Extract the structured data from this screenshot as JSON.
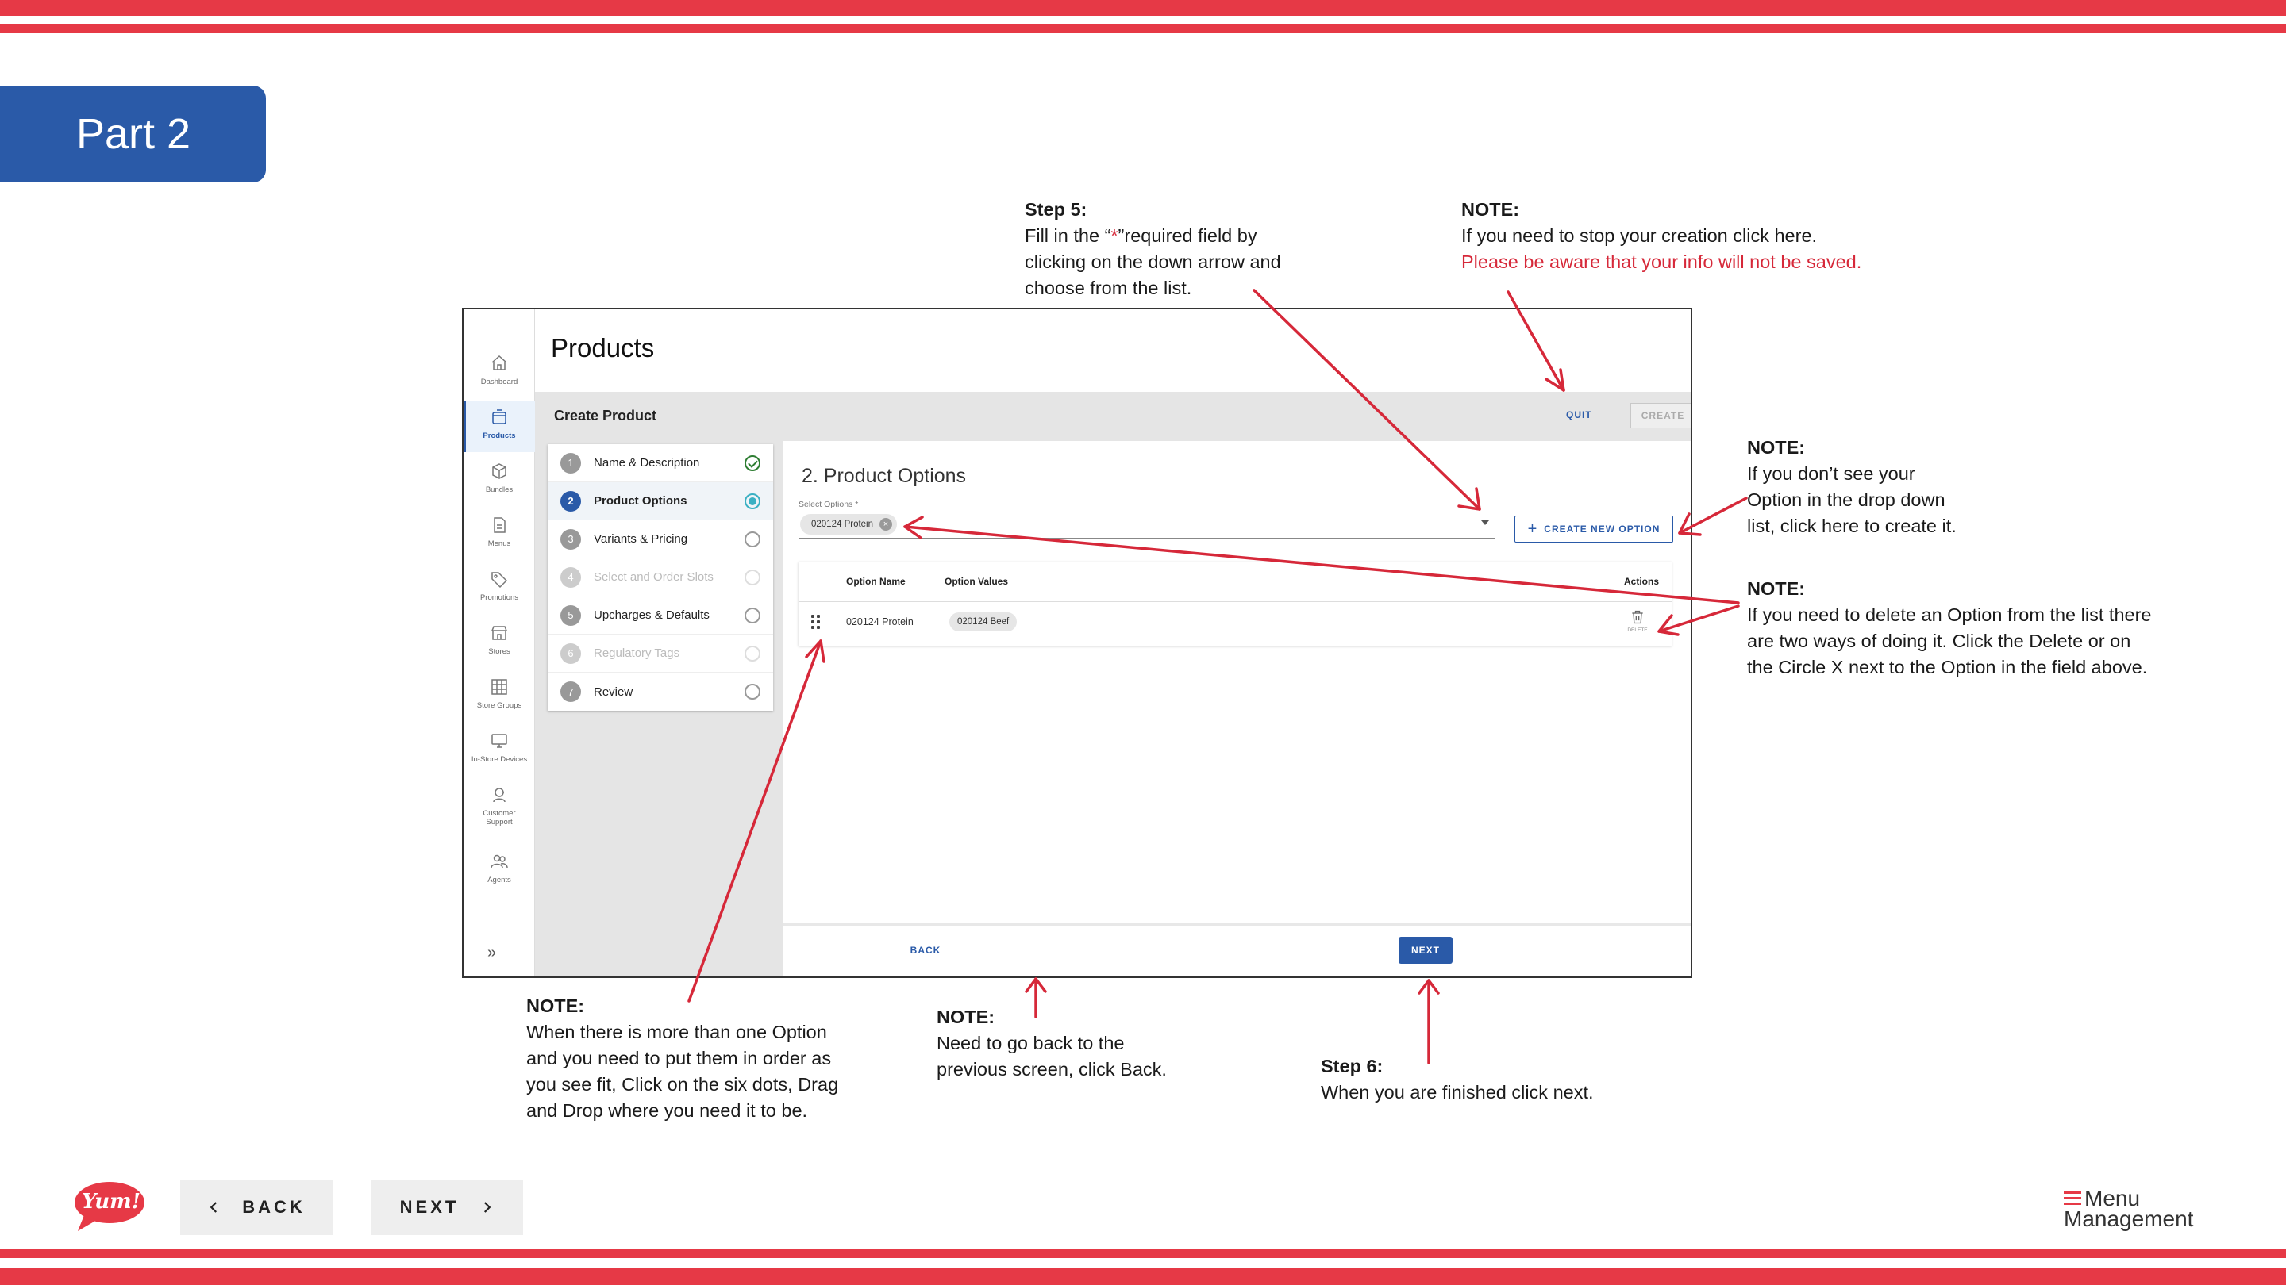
{
  "slide": {
    "part_label": "Part 2",
    "bottom_back_label": "BACK",
    "bottom_next_label": "NEXT",
    "yum_logo_text": "Yum!",
    "brand_line1": "Menu",
    "brand_line2": "Management"
  },
  "notes": {
    "step5": {
      "title": "Step 5:",
      "line1_pre": "Fill in the “",
      "line1_ast": "*",
      "line1_post": "”required field by",
      "line2": "clicking on the down arrow and",
      "line3": "choose from the list."
    },
    "quit": {
      "title": "NOTE:",
      "line1": "If you need to stop your creation click here.",
      "line2": "Please be aware that your info will not be saved."
    },
    "create_option": {
      "title": "NOTE:",
      "line1": "If you don’t see your",
      "line2": "Option in the drop down",
      "line3": "list, click here to create it."
    },
    "delete_option": {
      "title": "NOTE:",
      "line1": "If you need to delete an Option from the list there",
      "line2": "are two ways of doing it. Click the Delete or on",
      "line3": "the Circle X next to the Option in the field above."
    },
    "drag": {
      "title": "NOTE:",
      "line1": "When there is more than one Option",
      "line2": "and you need to put them in order as",
      "line3": "you see fit, Click on the six dots, Drag",
      "line4": "and Drop where you need it to be."
    },
    "back": {
      "title": "NOTE:",
      "line1": "Need to go back to the",
      "line2": "previous screen, click Back."
    },
    "step6": {
      "title": "Step 6:",
      "line1": "When you are finished click next."
    }
  },
  "app": {
    "page_title": "Products",
    "rail": [
      {
        "label": "Dashboard",
        "icon": "home-icon"
      },
      {
        "label": "Products",
        "icon": "box-icon"
      },
      {
        "label": "Bundles",
        "icon": "cube-icon"
      },
      {
        "label": "Menus",
        "icon": "document-icon"
      },
      {
        "label": "Promotions",
        "icon": "tag-icon"
      },
      {
        "label": "Stores",
        "icon": "storefront-icon"
      },
      {
        "label": "Store Groups",
        "icon": "grid-icon"
      },
      {
        "label": "In-Store Devices",
        "icon": "monitor-icon"
      },
      {
        "label": "Customer",
        "label2": "Support",
        "icon": "support-icon"
      },
      {
        "label": "Agents",
        "icon": "people-icon"
      }
    ],
    "header": {
      "title": "Create Product",
      "quit_label": "QUIT",
      "create_label": "CREATE"
    },
    "steps": [
      {
        "num": "1",
        "label": "Name & Description",
        "state": "done"
      },
      {
        "num": "2",
        "label": "Product Options",
        "state": "active"
      },
      {
        "num": "3",
        "label": "Variants & Pricing",
        "state": "todo"
      },
      {
        "num": "4",
        "label": "Select and Order Slots",
        "state": "disabled"
      },
      {
        "num": "5",
        "label": "Upcharges & Defaults",
        "state": "todo"
      },
      {
        "num": "6",
        "label": "Regulatory Tags",
        "state": "disabled"
      },
      {
        "num": "7",
        "label": "Review",
        "state": "todo"
      }
    ],
    "section_title": "2. Product Options",
    "select": {
      "label": "Select Options *",
      "chip": "020124 Protein",
      "chip_clear": "×"
    },
    "create_new_option_label": "CREATE NEW OPTION",
    "table": {
      "headers": {
        "name": "Option Name",
        "values": "Option Values",
        "actions": "Actions"
      },
      "rows": [
        {
          "name": "020124 Protein",
          "value": "020124 Beef",
          "delete_label": "DELETE"
        }
      ]
    },
    "footer": {
      "back_label": "BACK",
      "next_label": "NEXT"
    },
    "collapse_glyph": "»"
  },
  "colors": {
    "accent_blue": "#2a5aa8",
    "brand_red": "#e63946",
    "annotation_red": "#d62839"
  }
}
